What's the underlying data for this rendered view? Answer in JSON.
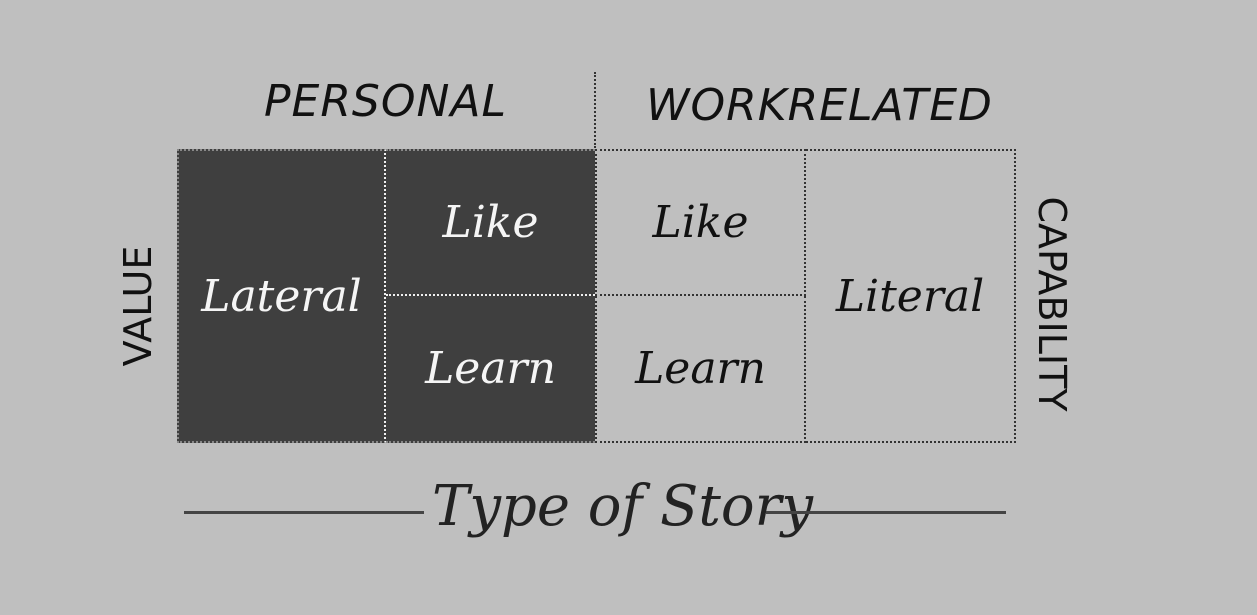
{
  "columns": {
    "personal": "PERSONAL",
    "work_related": "WORKRELATED"
  },
  "rows": {
    "left": "VALUE",
    "right": "CAPABILITY"
  },
  "cells": {
    "lateral": "Lateral",
    "like_personal": "Like",
    "learn_personal": "Learn",
    "like_work": "Like",
    "learn_work": "Learn",
    "literal": "Literal"
  },
  "footer": {
    "title": "Type of Story"
  },
  "colors": {
    "background": "#bfbfbf",
    "dark_cell": "#3f3f3f",
    "text_dark": "#111111",
    "text_light": "#f5f5f5"
  }
}
